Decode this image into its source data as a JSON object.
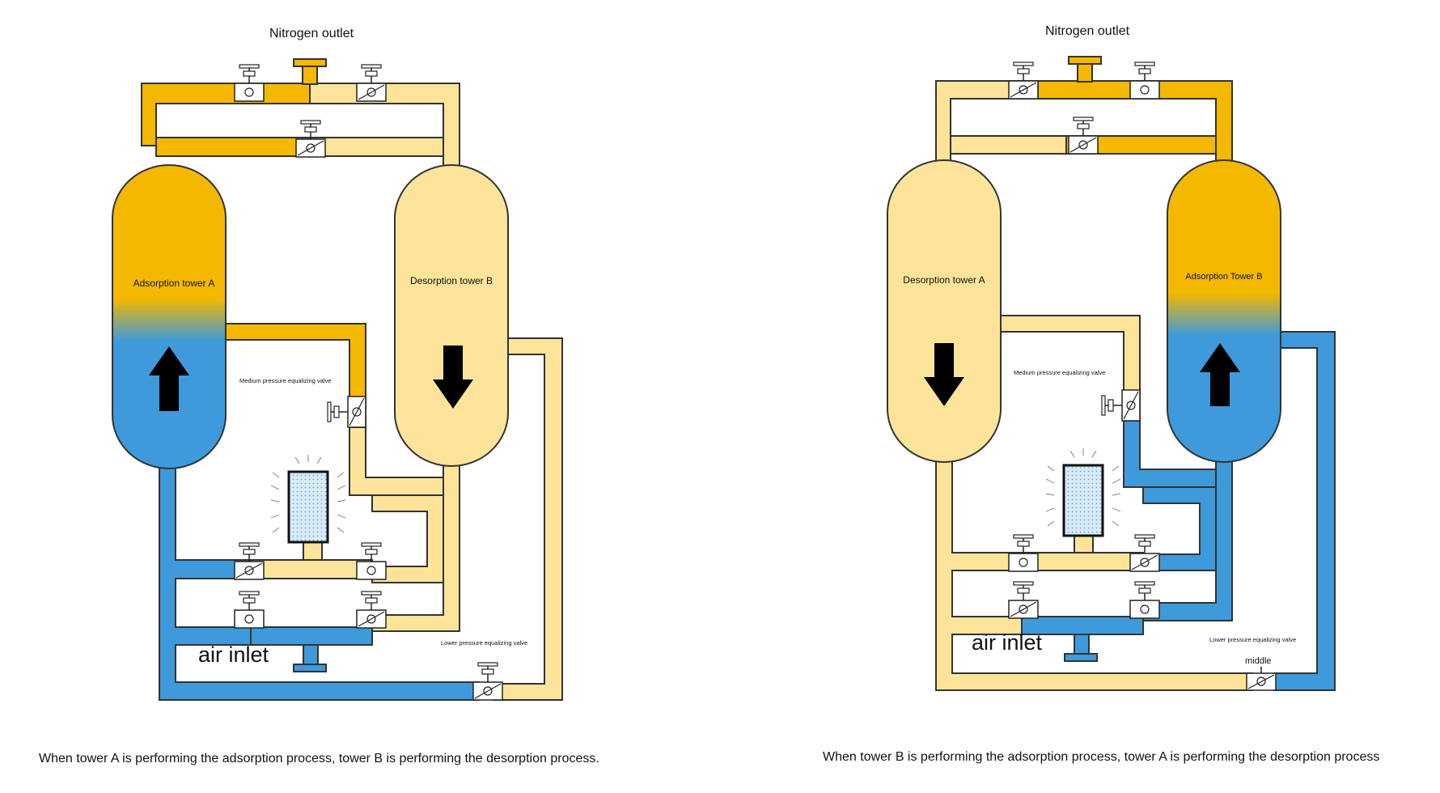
{
  "colors": {
    "active": "#F5B800",
    "inactive": "#FDE49A",
    "air": "#3E9ADA",
    "outline": "#333333",
    "arrow": "#000000",
    "filter": "#D6EBF8"
  },
  "panels": [
    {
      "outlet_label": "Nitrogen outlet",
      "tower_a_label": "Adsorption tower A",
      "tower_b_label": "Desorption tower B",
      "medium_valve_label": "Medium pressure equalizing valve",
      "lower_valve_label": "Lower pressure equalizing valve",
      "middle_label": "",
      "air_inlet_label": "air inlet",
      "caption": "When tower A is performing the adsorption process, tower B is performing the desorption process.",
      "arrow_a": "up",
      "arrow_b": "down",
      "active_tower": "A"
    },
    {
      "outlet_label": "Nitrogen outlet",
      "tower_a_label": "Desorption tower A",
      "tower_b_label": "Adsorption Tower B",
      "medium_valve_label": "Medium pressure equalizing valve",
      "lower_valve_label": "Lower pressure equalizing valve",
      "middle_label": "middle",
      "air_inlet_label": "air inlet",
      "caption": "When tower B is performing the adsorption process, tower A is performing the desorption process",
      "arrow_a": "down",
      "arrow_b": "up",
      "active_tower": "B"
    }
  ]
}
